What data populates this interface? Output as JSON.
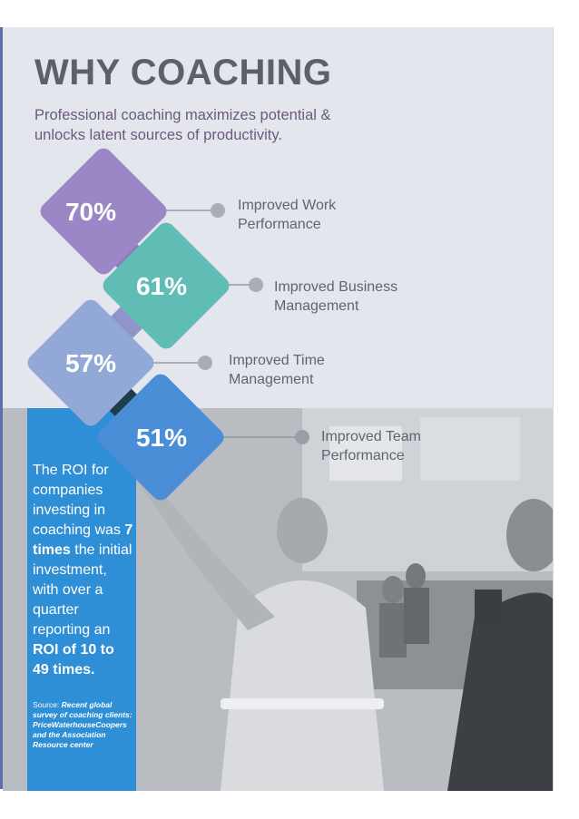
{
  "header": {
    "title": "WHY COACHING",
    "subtitle": "Professional coaching maximizes potential & unlocks latent sources of productivity."
  },
  "stats": [
    {
      "percent": "70%",
      "label": "Improved Work Performance",
      "color": "#9b86c6"
    },
    {
      "percent": "61%",
      "label": "Improved Business Management",
      "color": "#5fbdb6"
    },
    {
      "percent": "57%",
      "label": "Improved Time Management",
      "color": "#92a9d8"
    },
    {
      "percent": "51%",
      "label": "Improved Team Performance",
      "color": "#4a8ed8"
    }
  ],
  "roi": {
    "text_1": "The ROI for companies investing in coaching was ",
    "bold_1": "7 times",
    "text_2": " the initial investment, with over a quarter reporting an ",
    "bold_2": "ROI of 10 to 49 times.",
    "source_prefix": "Source: ",
    "source_italic": "Recent global survey of coaching clients: PriceWaterhouseCoopers and the Association Resource center"
  },
  "colors": {
    "panel_background": "#e3e6ec",
    "title_color": "#5c6068",
    "subtitle_color": "#6b5a7d",
    "roi_box": "#2f8fd6",
    "connector_dark": "#1f3d47",
    "connector_line": "#a9adb5"
  }
}
